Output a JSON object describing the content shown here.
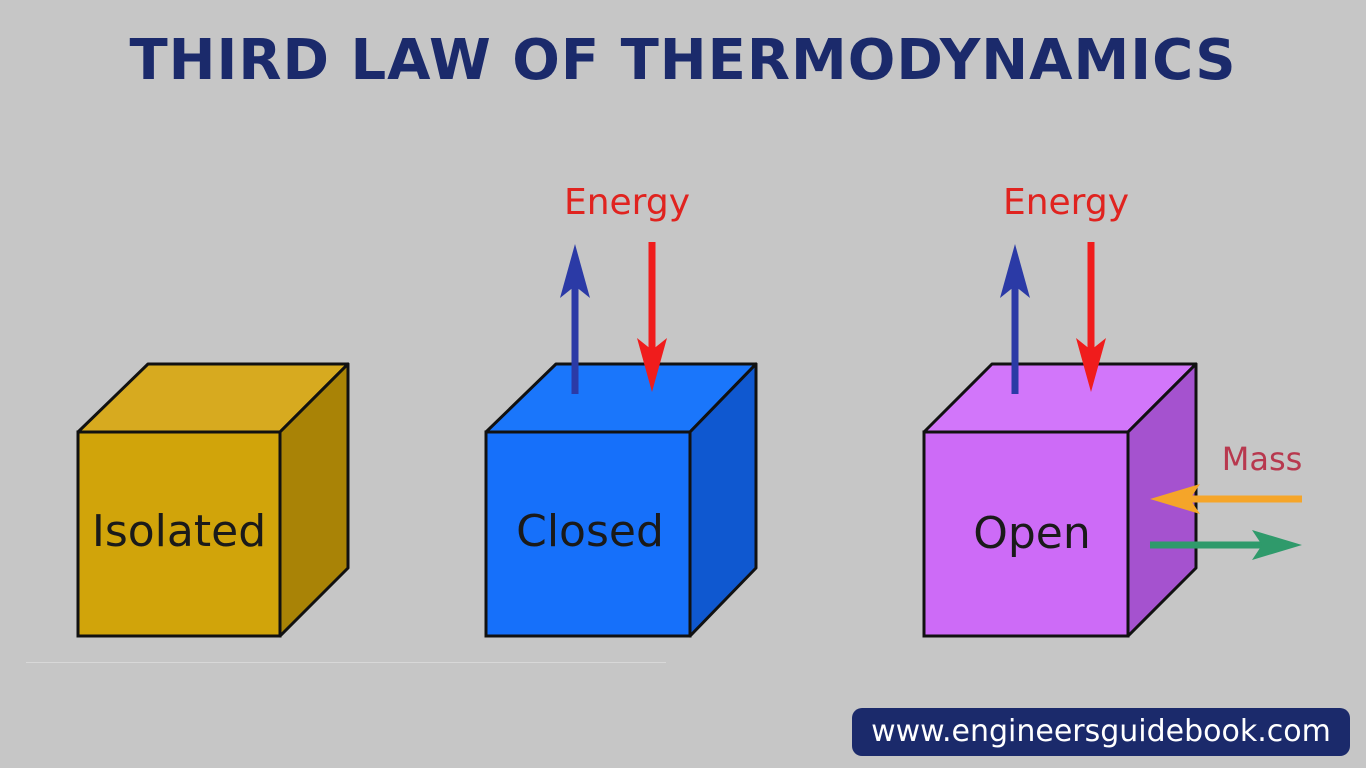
{
  "title": "THIRD LAW OF THERMODYNAMICS",
  "systems": [
    {
      "label": "Isolated",
      "front_color": "#d1a40a",
      "top_color": "#d7aa1f",
      "side_color": "#a98306"
    },
    {
      "label": "Closed",
      "front_color": "#1670fa",
      "top_color": "#1a76fb",
      "side_color": "#0f58d0"
    },
    {
      "label": "Open",
      "front_color": "#cd6bf7",
      "top_color": "#d276fa",
      "side_color": "#a552cf"
    }
  ],
  "energy_label": "Energy",
  "mass_label": "Mass",
  "colors": {
    "energy_out_arrow": "#2b3aa6",
    "energy_in_arrow": "#f01c1c",
    "mass_in_arrow": "#f5a529",
    "mass_out_arrow": "#2f9a6b"
  },
  "footer": "www.engineersguidebook.com"
}
